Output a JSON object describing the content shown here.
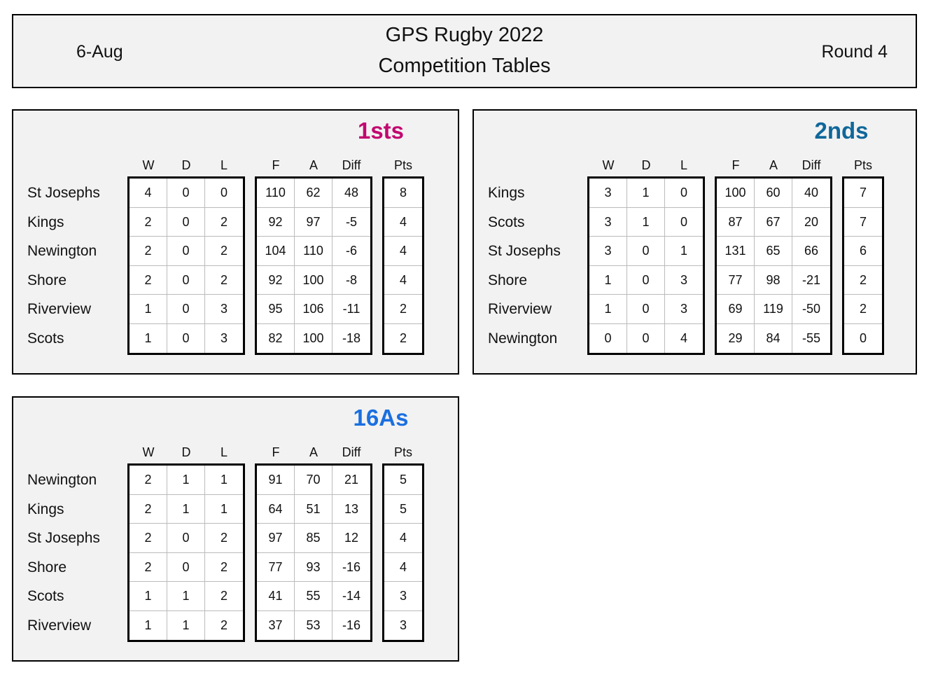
{
  "header": {
    "date": "6-Aug",
    "title_line1": "GPS Rugby 2022",
    "title_line2": "Competition Tables",
    "round": "Round 4"
  },
  "columns": [
    "W",
    "D",
    "L",
    "F",
    "A",
    "Diff",
    "Pts"
  ],
  "tables": [
    {
      "title": "1sts",
      "color": "#C2086F",
      "rows": [
        [
          "St Josephs",
          "4",
          "0",
          "0",
          "110",
          "62",
          "48",
          "8"
        ],
        [
          "Kings",
          "2",
          "0",
          "2",
          "92",
          "97",
          "-5",
          "4"
        ],
        [
          "Newington",
          "2",
          "0",
          "2",
          "104",
          "110",
          "-6",
          "4"
        ],
        [
          "Shore",
          "2",
          "0",
          "2",
          "92",
          "100",
          "-8",
          "4"
        ],
        [
          "Riverview",
          "1",
          "0",
          "3",
          "95",
          "106",
          "-11",
          "2"
        ],
        [
          "Scots",
          "1",
          "0",
          "3",
          "82",
          "100",
          "-18",
          "2"
        ]
      ]
    },
    {
      "title": "2nds",
      "color": "#10679A",
      "rows": [
        [
          "Kings",
          "3",
          "1",
          "0",
          "100",
          "60",
          "40",
          "7"
        ],
        [
          "Scots",
          "3",
          "1",
          "0",
          "87",
          "67",
          "20",
          "7"
        ],
        [
          "St Josephs",
          "3",
          "0",
          "1",
          "131",
          "65",
          "66",
          "6"
        ],
        [
          "Shore",
          "1",
          "0",
          "3",
          "77",
          "98",
          "-21",
          "2"
        ],
        [
          "Riverview",
          "1",
          "0",
          "3",
          "69",
          "119",
          "-50",
          "2"
        ],
        [
          "Newington",
          "0",
          "0",
          "4",
          "29",
          "84",
          "-55",
          "0"
        ]
      ]
    },
    {
      "title": "16As",
      "color": "#1A6FE0",
      "rows": [
        [
          "Newington",
          "2",
          "1",
          "1",
          "91",
          "70",
          "21",
          "5"
        ],
        [
          "Kings",
          "2",
          "1",
          "1",
          "64",
          "51",
          "13",
          "5"
        ],
        [
          "St Josephs",
          "2",
          "0",
          "2",
          "97",
          "85",
          "12",
          "4"
        ],
        [
          "Shore",
          "2",
          "0",
          "2",
          "77",
          "93",
          "-16",
          "4"
        ],
        [
          "Scots",
          "1",
          "1",
          "2",
          "41",
          "55",
          "-14",
          "3"
        ],
        [
          "Riverview",
          "1",
          "1",
          "2",
          "37",
          "53",
          "-16",
          "3"
        ]
      ]
    }
  ]
}
